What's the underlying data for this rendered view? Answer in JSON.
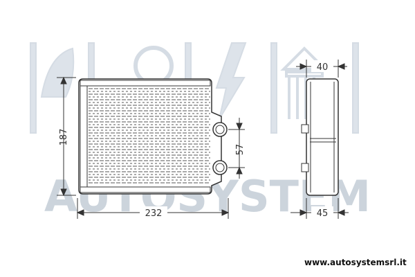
{
  "watermark": {
    "text": "AUTOSYSTEM",
    "color": "#ccd4dc"
  },
  "dimensions": {
    "height": "187",
    "width": "232",
    "pipe_spacing": "57",
    "depth_top": "40",
    "depth_bottom": "45"
  },
  "footer": {
    "url": "www.autosystemsrl.it"
  },
  "colors": {
    "line": "#333333",
    "fin": "#555555"
  }
}
